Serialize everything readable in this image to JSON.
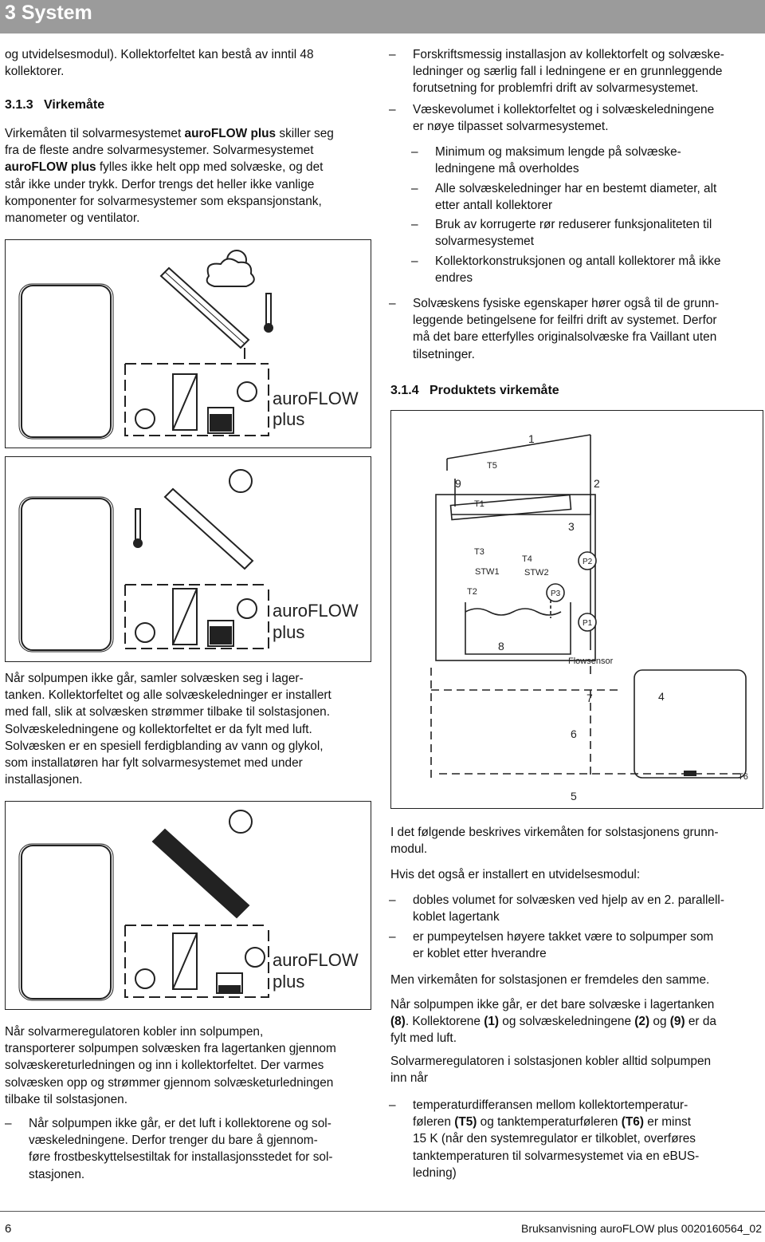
{
  "header": {
    "section_title": "3 System"
  },
  "left": {
    "intro": [
      "og utvidelsesmodul). Kollektorfeltet kan bestå av inntil 48",
      "kollektorer."
    ],
    "subsection": {
      "number": "3.1.3",
      "title": "Virkemåte"
    },
    "para1": [
      [
        "Virkemåten til solvarmesystemet ",
        "auroFLOW plus",
        " skiller seg"
      ],
      "fra de fleste andre solvarmesystemer. Solvarmesystemet",
      [
        "",
        "auroFLOW plus",
        " fylles ikke helt opp med solvæske, og det"
      ],
      "står ikke under trykk. Derfor trengs det heller ikke vanlige",
      "komponenter for solvarmesystemer som ekspansjonstank,",
      "manometer og ventilator."
    ],
    "fig_brand": [
      "auroFLOW",
      "plus"
    ],
    "para2": [
      "Når solpumpen ikke går, samler solvæsken seg i lager-",
      "tanken. Kollektorfeltet og alle solvæskeledninger er installert",
      "med fall, slik at solvæsken strømmer tilbake til solstasjonen.",
      "Solvæskeledningene og kollektorfeltet er da fylt med luft.",
      "Solvæsken er en spesiell ferdigblanding av vann og glykol,",
      "som installatøren har fylt solvarmesystemet med under",
      "installasjonen."
    ],
    "para3": [
      "Når solvarmeregulatoren kobler inn solpumpen,",
      "transporterer solpumpen solvæsken fra lagertanken gjennom",
      "solvæskereturledningen og inn i kollektorfeltet. Der varmes",
      "solvæsken opp og strømmer gjennom solvæsketurledningen",
      "tilbake til solstasjonen."
    ],
    "bullet": [
      "Når solpumpen ikke går, er det luft i kollektorene og sol-",
      "væskeledningene. Derfor trenger du bare å gjennom-",
      "føre frostbeskyttelsestiltak for installasjonsstedet for sol-",
      "stasjonen."
    ]
  },
  "right": {
    "bullets_top": [
      [
        "Forskriftsmessig installasjon av kollektorfelt og solvæske-",
        "ledninger og særlig fall i ledningene er en grunnleggende",
        "forutsetning for problemfri drift av solvarmesystemet."
      ],
      [
        "Væskevolumet i kollektorfeltet og i solvæskeledningene",
        "er nøye tilpasset solvarmesystemet."
      ]
    ],
    "sub_bullets": [
      [
        "Minimum og maksimum lengde på solvæske-",
        "ledningene må overholdes"
      ],
      [
        "Alle solvæskeledninger har en bestemt diameter, alt",
        "etter antall kollektorer"
      ],
      [
        "Bruk av korrugerte rør reduserer funksjonaliteten til",
        "solvarmesystemet"
      ],
      [
        "Kollektorkonstruksjonen og antall kollektorer må ikke",
        "endres"
      ]
    ],
    "bullet_fluid": [
      "Solvæskens fysiske egenskaper hører også til de grunn-",
      "leggende betingelsene for feilfri drift av systemet. Derfor",
      "må det bare etterfylles originalsolvæske fra Vaillant uten",
      "tilsetninger."
    ],
    "subsection": {
      "number": "3.1.4",
      "title": "Produktets virkemåte"
    },
    "diagram_labels": {
      "n1": "1",
      "n2": "2",
      "n3": "3",
      "n4": "4",
      "n5": "5",
      "n6": "6",
      "n7": "7",
      "n8": "8",
      "n9": "9",
      "t1": "T1",
      "t2": "T2",
      "t3": "T3",
      "t4": "T4",
      "t5": "T5",
      "t6": "T6",
      "stw1": "STW1",
      "stw2": "STW2",
      "p1": "P1",
      "p2": "P2",
      "p3": "P3",
      "flow": "Flowsensor"
    },
    "para_a": [
      "I det følgende beskrives virkemåten for solstasjonens grunn-",
      "modul."
    ],
    "para_b": "Hvis det også er installert en utvidelsesmodul:",
    "bullets_mod": [
      [
        "dobles volumet for solvæsken ved hjelp av en 2. parallell-",
        "koblet lagertank"
      ],
      [
        "er pumpeytelsen høyere takket være to solpumper som",
        "er koblet etter hverandre"
      ]
    ],
    "para_c": "Men virkemåten for solstasjonen er fremdeles den samme.",
    "para_d": [
      "Når solpumpen ikke går, er det bare solvæske i lagertanken",
      "(8)",
      ". Kollektorene ",
      "(1)",
      " og solvæskeledningene ",
      "(2)",
      " og ",
      "(9)",
      " er da",
      "fylt med luft."
    ],
    "para_e": [
      "Solvarmeregulatoren i solstasjonen kobler alltid solpumpen",
      "inn når"
    ],
    "bullet_last": [
      "temperaturdifferansen mellom kollektortemperatur-",
      "føleren ",
      "(T5)",
      " og tanktemperaturføleren ",
      "(T6)",
      " er minst",
      "15 K (når den systemregulator er tilkoblet, overføres",
      "tanktemperaturen til solvarmesystemet via en eBUS-",
      "ledning)"
    ]
  },
  "footer": {
    "page": "6",
    "doc": "Bruksanvisning  auroFLOW plus 0020160564_02"
  }
}
